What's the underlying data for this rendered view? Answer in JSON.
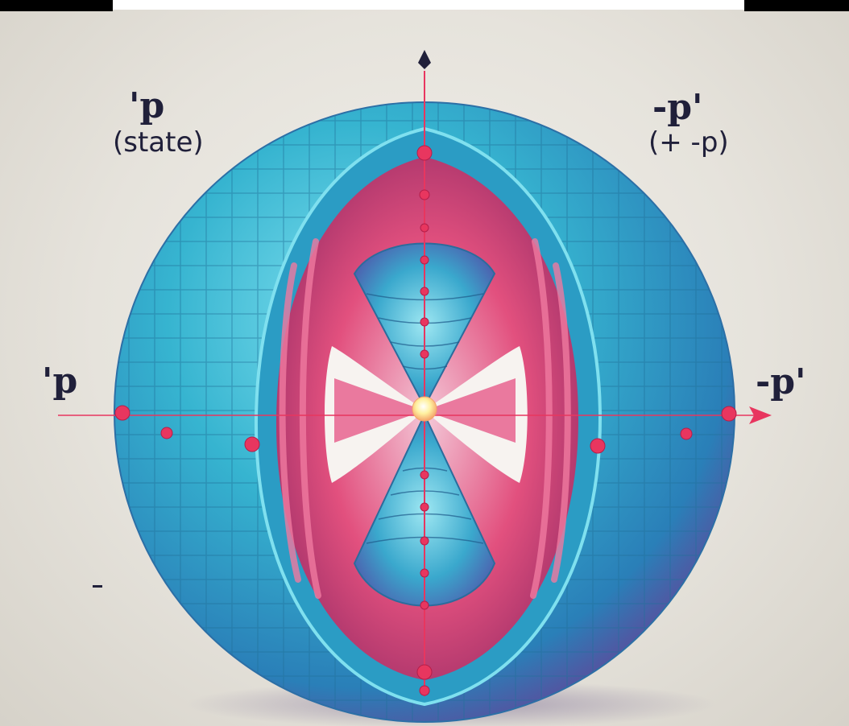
{
  "labels": {
    "top_left_main": "'p",
    "top_left_sub": "(state)",
    "top_right_main": "-p'",
    "top_right_sub": "(+ -p)",
    "mid_left": "'p",
    "mid_right": "-p'"
  },
  "colors": {
    "sphere_shell": "#36b4d0",
    "inner_pink": "#e2507e",
    "accent_red": "#e8365f",
    "nucleus": "#fff1a0",
    "text": "#20203a"
  }
}
